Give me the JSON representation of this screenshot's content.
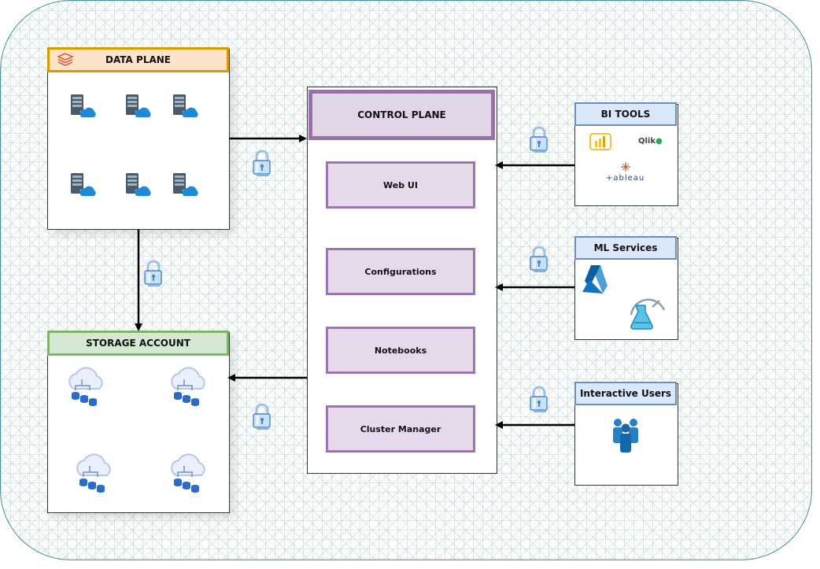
{
  "data_plane": {
    "title": "DATA PLANE"
  },
  "control_plane": {
    "title": "CONTROL PLANE",
    "items": [
      "Web UI",
      "Configurations",
      "Notebooks",
      "Cluster Manager"
    ]
  },
  "storage_account": {
    "title": "STORAGE ACCOUNT"
  },
  "bi_tools": {
    "title": "BI TOOLS",
    "logos": {
      "qlik": "Qlik",
      "tableau": "+ableau"
    }
  },
  "ml_services": {
    "title": "ML Services"
  },
  "interactive_users": {
    "title": "Interactive Users"
  },
  "icons": {
    "data_plane_logo": "databricks-layers-icon",
    "vm": "virtual-machine-icon",
    "storage": "cloud-database-icon",
    "lock": "padlock-icon"
  },
  "colors": {
    "data_plane_header_fill": "#fde3c8",
    "data_plane_header_border": "#d79b00",
    "storage_header_fill": "#d5e8d4",
    "storage_header_border": "#82b366",
    "control_fill": "#e1d5e7",
    "control_border": "#9673a6",
    "tool_header_fill": "#dae8fc",
    "tool_header_border": "#6c8ebf"
  }
}
